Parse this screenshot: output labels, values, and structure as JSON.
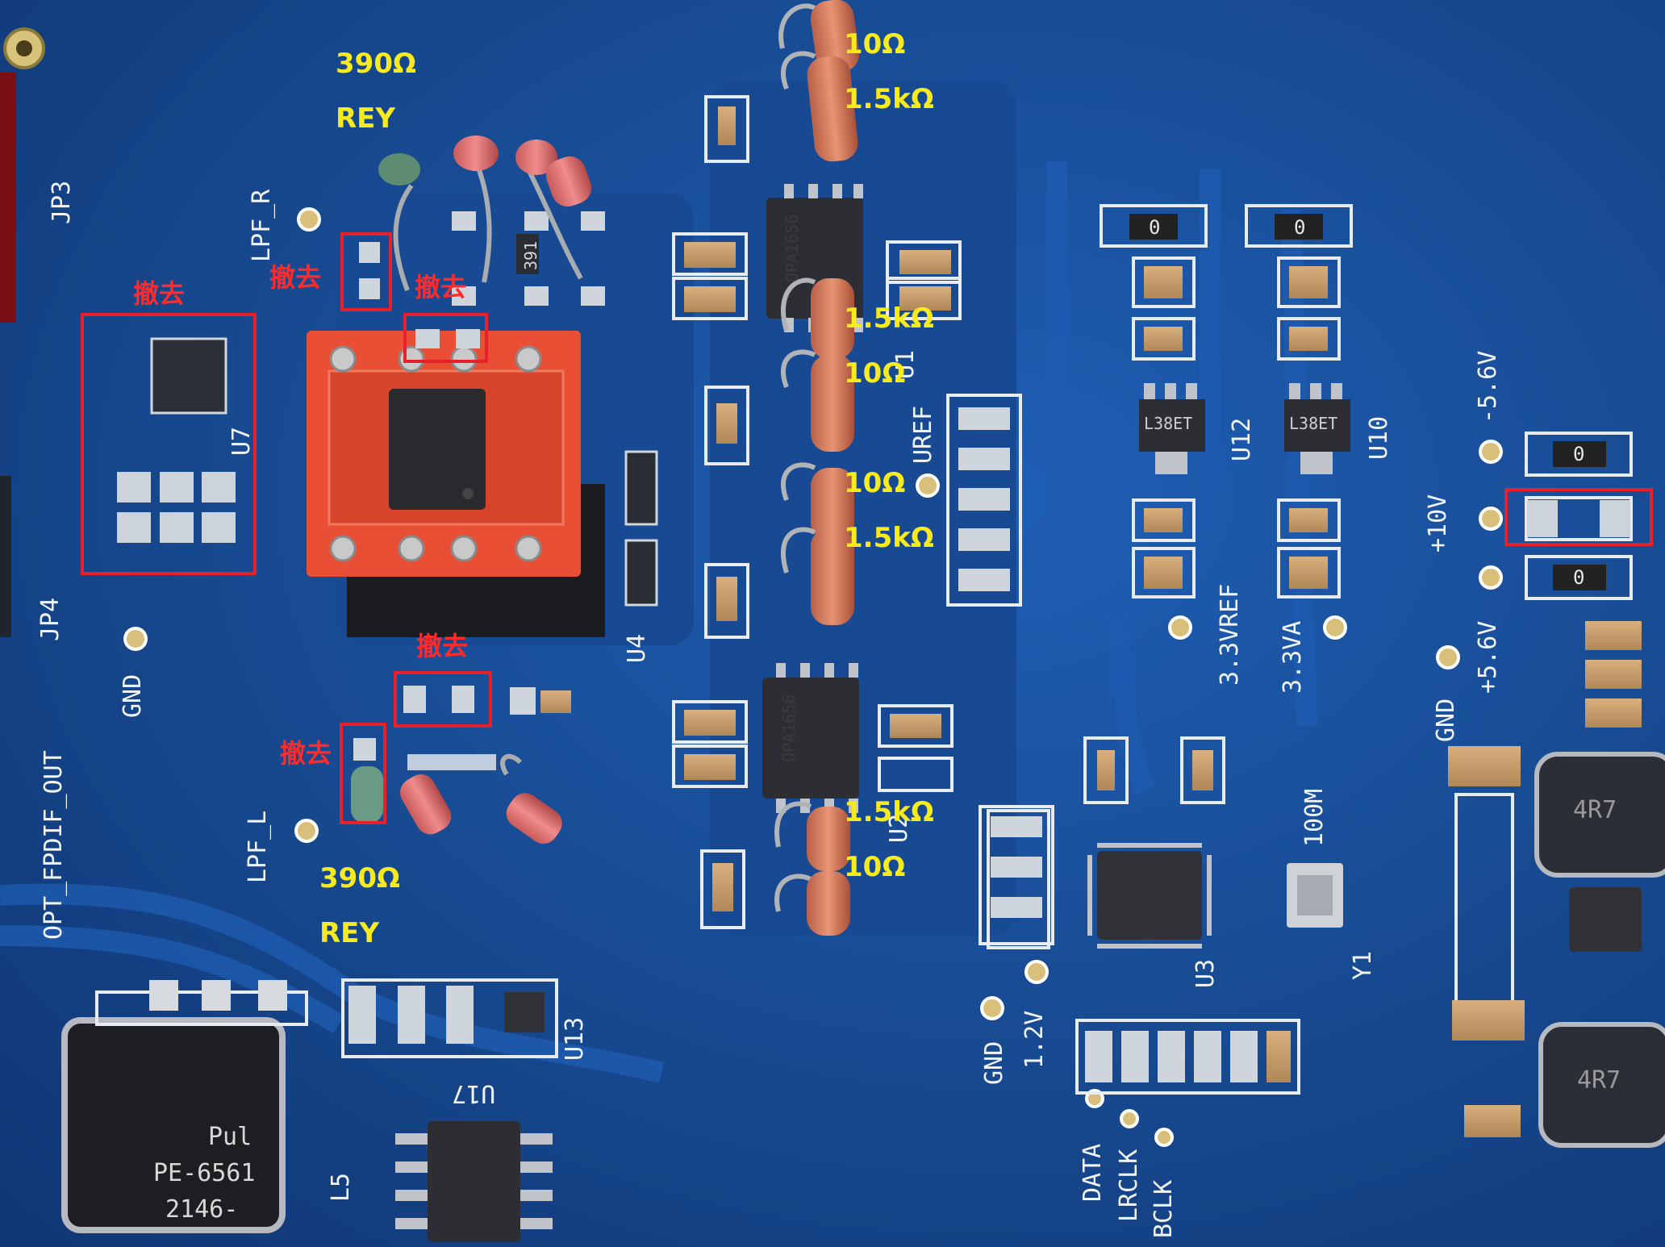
{
  "annotations": {
    "yellow": [
      "10Ω",
      "1.5kΩ",
      "1.5kΩ",
      "10Ω",
      "10Ω",
      "1.5kΩ",
      "1.5kΩ",
      "10Ω",
      "390Ω",
      "REY",
      "390Ω",
      "REY"
    ],
    "red": [
      "撤去",
      "撤去",
      "撤去",
      "撤去",
      "撤去"
    ]
  },
  "silkscreen": {
    "jp3": "JP3",
    "jp4": "JP4",
    "lpf_r": "LPF_R",
    "lpf_l": "LPF_L",
    "u7": "U7",
    "gnd_left": "GND",
    "opt_out": "OPT_FPDIF_OUT",
    "u4": "U4",
    "u1": "U1",
    "uref": "UREF",
    "u2": "U2",
    "u12": "U12",
    "u10": "U10",
    "v33ref": "3.3VREF",
    "v33va": "3.3VA",
    "m5_6v": "-5.6V",
    "p10v": "+10V",
    "p5_6v": "+5.6V",
    "gnd_right": "GND",
    "u3": "U3",
    "y1": "Y1",
    "freq": "100M",
    "v12": "1.2V",
    "gnd_bottom": "GND",
    "data": "DATA",
    "lrclk": "LRCLK",
    "bclk": "BCLK",
    "u13": "U13",
    "u17": "U17",
    "l5": "L5"
  },
  "chip_marks": {
    "opa_top": "OPA1656",
    "opa_bottom": "OPA1656",
    "reg_left": "L38ET",
    "reg_right": "L38ET",
    "inductor_1": "4R7",
    "inductor_2": "4R7",
    "zero_1": "0",
    "zero_2": "0",
    "zero_3": "0",
    "zero_4": "0",
    "transformer_line1": "PE-6561",
    "transformer_line2": "2146-",
    "transformer_brand": "Pul",
    "res_391": "391"
  },
  "colors": {
    "pcb": "#1a4f9c",
    "annotation_yellow": "#f7ea1e",
    "annotation_red": "#ff2a2a"
  }
}
